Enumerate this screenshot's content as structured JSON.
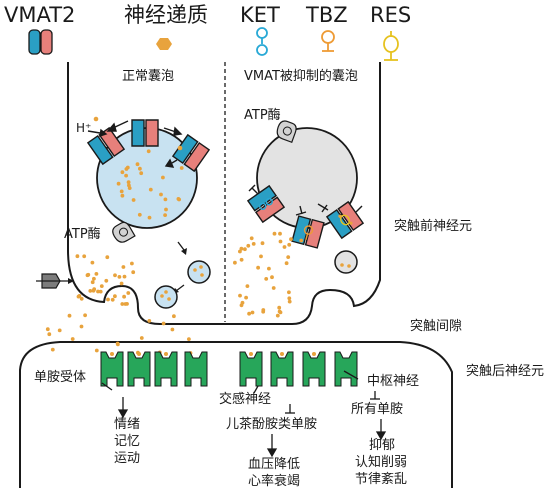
{
  "legend": {
    "vmat2": "VMAT2",
    "neurotransmitter": "神经递质",
    "ket": "KET",
    "tbz": "TBZ",
    "res": "RES"
  },
  "labels": {
    "normal_vesicle": "正常囊泡",
    "inhibited_vesicle": "VMAT被抑制的囊泡",
    "atpase_left": "ATP酶",
    "atpase_right": "ATP酶",
    "proton": "H⁺",
    "presynaptic_neuron": "突触前神经元",
    "synaptic_cleft": "突触间隙",
    "postsynaptic_neuron": "突触后神经元",
    "monoamine_receptor": "单胺受体",
    "sympathetic_nerve": "交感神经",
    "central_nerve": "中枢神经",
    "catecholamines": "儿茶酚胺类单胺",
    "all_monoamines": "所有单胺",
    "mood": "情绪",
    "memory": "记忆",
    "movement": "运动",
    "bp_low": "血压降低",
    "heart_failure": "心率衰竭",
    "depression": "抑郁",
    "cognitive_decline": "认知削弱",
    "rhythm_disorder": "节律紊乱"
  },
  "colors": {
    "vmat_blue": "#2a9fc4",
    "vmat_pink": "#e7807b",
    "transmitter": "#e8a33d",
    "ket": "#29a9d6",
    "tbz": "#ee9b35",
    "res": "#e6c21f",
    "receptor": "#27a65a",
    "vesicle_normal": "#c8e2f1",
    "vesicle_inhibited": "#e3e3e3"
  }
}
